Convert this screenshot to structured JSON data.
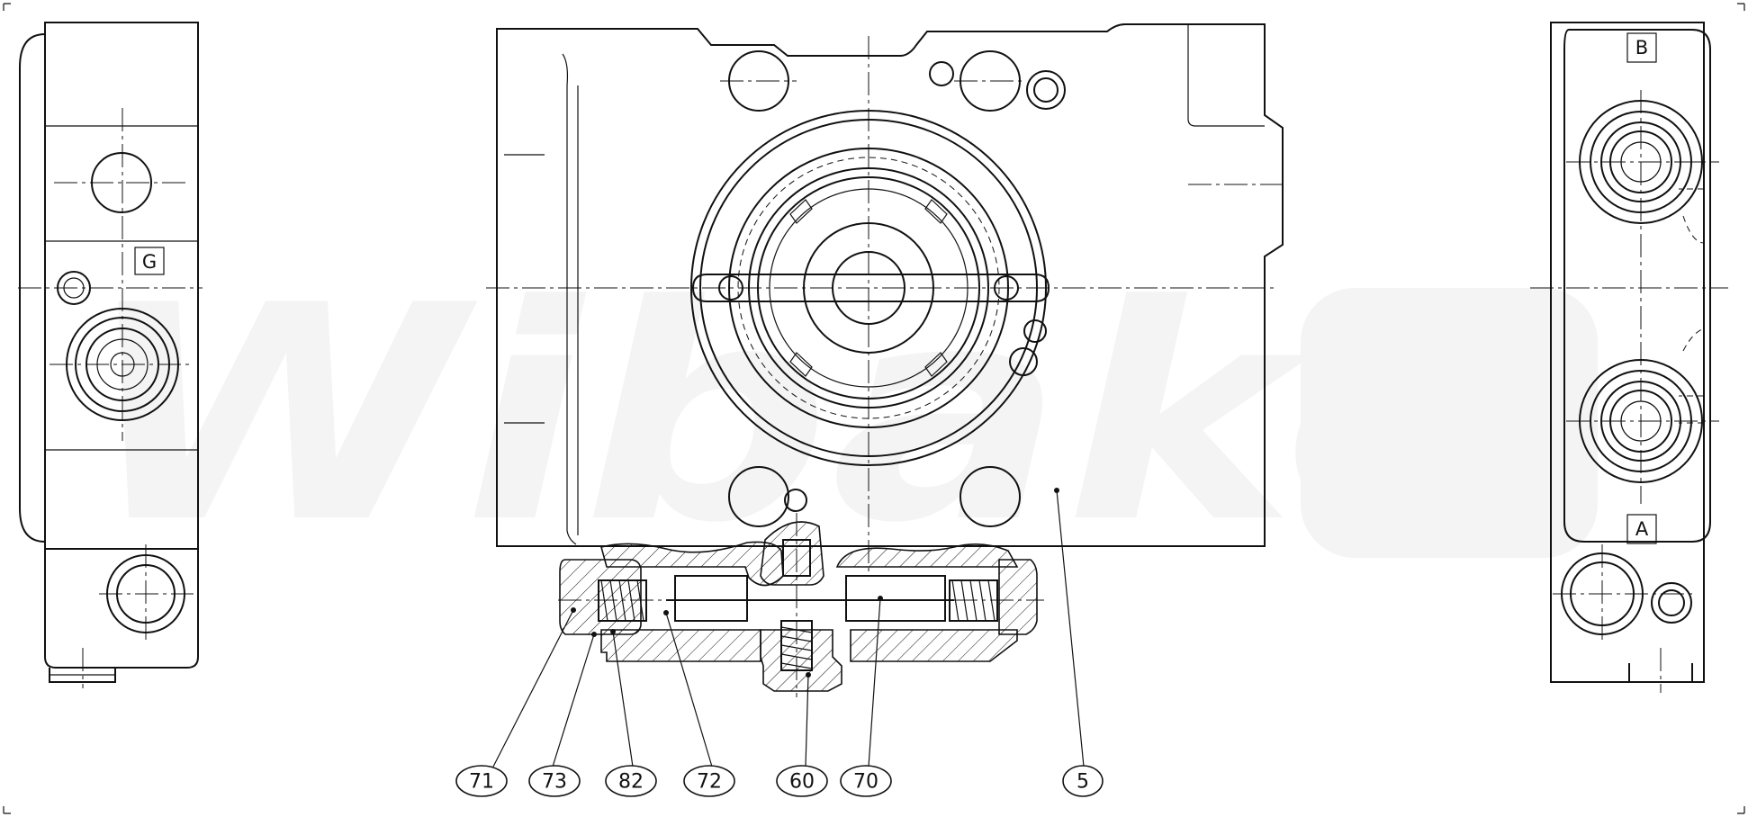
{
  "watermark": {
    "text": "Wibako"
  },
  "port_labels": {
    "left_view": "G",
    "right_top": "B",
    "right_bottom": "A"
  },
  "balloons": [
    {
      "id": "71",
      "label": "71"
    },
    {
      "id": "73",
      "label": "73"
    },
    {
      "id": "82",
      "label": "82"
    },
    {
      "id": "72",
      "label": "72"
    },
    {
      "id": "60",
      "label": "60"
    },
    {
      "id": "70",
      "label": "70"
    },
    {
      "id": "5",
      "label": "5"
    }
  ]
}
